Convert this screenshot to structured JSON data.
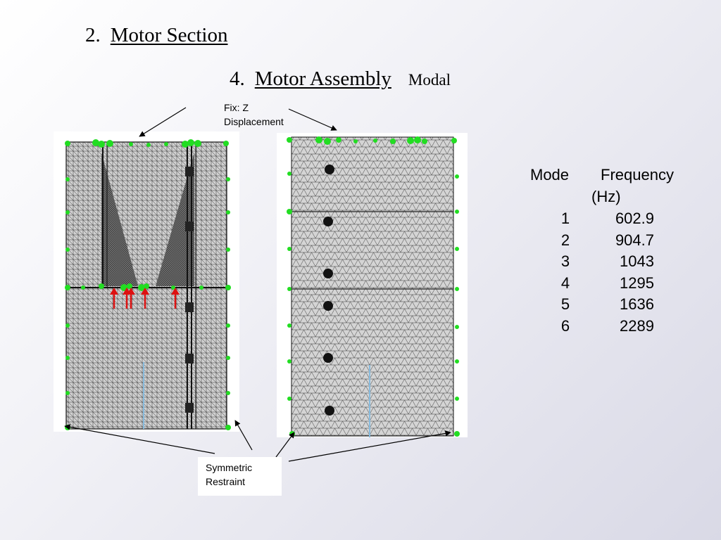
{
  "headings": [
    {
      "number": "2.",
      "title": "Motor Section",
      "subtitle": ""
    },
    {
      "number": "4.",
      "title": "Motor Assembly",
      "subtitle": "Modal"
    }
  ],
  "callouts": {
    "fix": [
      "Fix: Z",
      "Displacement"
    ],
    "symmetric": [
      "Symmetric",
      "Restraint"
    ]
  },
  "table": {
    "headers": [
      "Mode",
      "Frequency",
      "(Hz)"
    ],
    "rows": [
      {
        "mode": "1",
        "frequency": "602.9"
      },
      {
        "mode": "2",
        "frequency": "904.7"
      },
      {
        "mode": "3",
        "frequency": "1043"
      },
      {
        "mode": "4",
        "frequency": "1295"
      },
      {
        "mode": "5",
        "frequency": "1636"
      },
      {
        "mode": "6",
        "frequency": "2289"
      }
    ]
  },
  "colors": {
    "restraint_marker": "#22dd22",
    "force_arrow": "#dd1111",
    "axis_line": "#88bbdd",
    "mesh_fill": "#d0d0d0",
    "mesh_line": "#333333"
  },
  "icons": [
    "restraint-marker-icon",
    "force-arrow-icon"
  ]
}
